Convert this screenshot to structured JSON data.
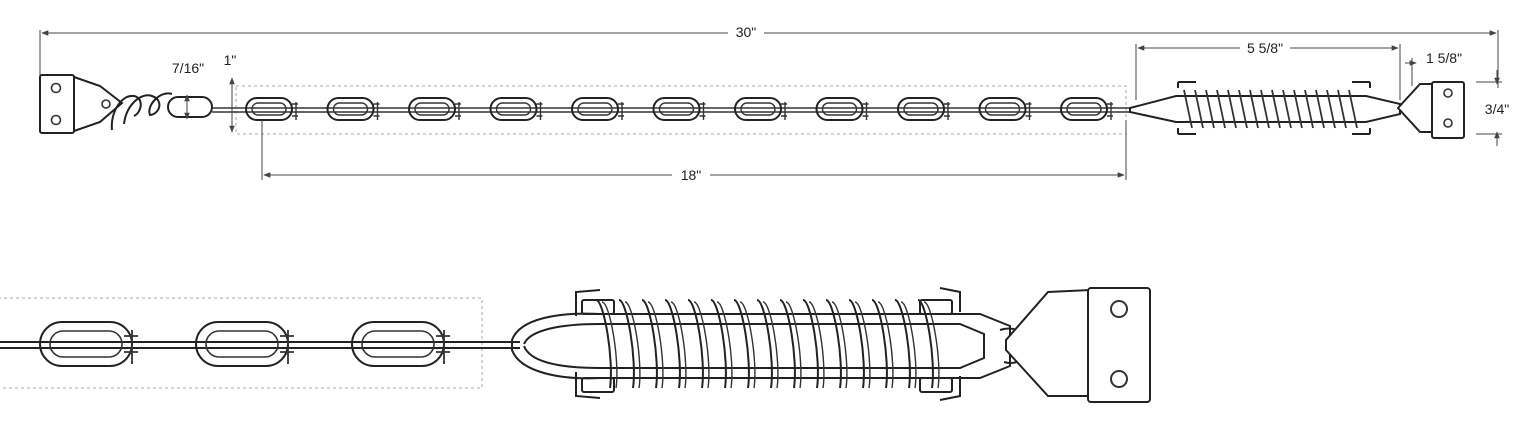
{
  "dimensions": {
    "overall": "30\"",
    "chain": "18\"",
    "spring": "5 5/8\"",
    "plate_width": "1 5/8\"",
    "plate_height": "3/4\"",
    "link_width": "7/16\"",
    "link_length": "1\""
  },
  "colors": {
    "line": "#222222",
    "dimension": "#444444",
    "guide": "#aaaaaa"
  }
}
